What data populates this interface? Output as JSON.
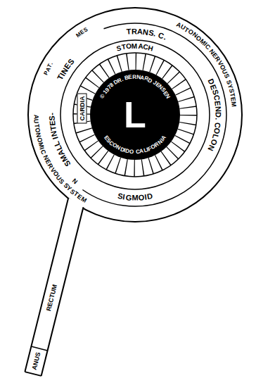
{
  "diagram": {
    "nodes": [
      {
        "text": [
          "© 1978 DR. BERNARD JENSEN",
          "L",
          "ESCONDIDO CALIFORNIA"
        ]
      },
      {
        "text": [
          "CARDIA"
        ]
      }
    ],
    "labels": [
      "AUTONOMIC NERVOUS SYSTEM",
      "TRANS. C.",
      "STOMACH",
      "MES",
      "PAT.",
      "TINES",
      "SMALL INTES-",
      "N",
      "AUTONOMIC NERVOUS SYSTEM",
      "DESCEND. COLON",
      "SIGMOID",
      "RECTUM",
      "ANUS"
    ]
  }
}
